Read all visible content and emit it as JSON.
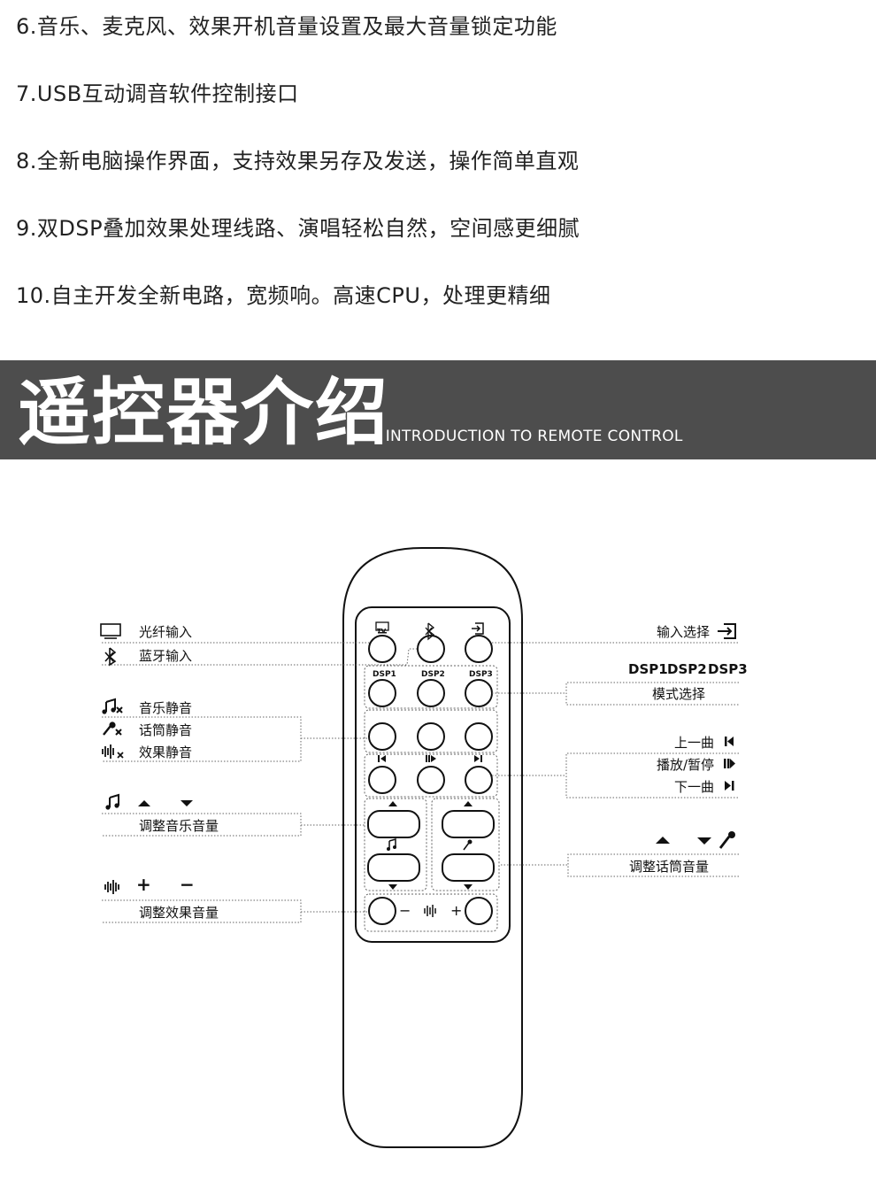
{
  "features": [
    "6.音乐、麦克风、效果开机音量设置及最大音量锁定功能",
    "7.USB互动调音软件控制接口",
    "8.全新电脑操作界面，支持效果另存及发送，操作简单直观",
    "9.双DSP叠加效果处理线路、演唱轻松自然，空间感更细腻",
    "10.自主开发全新电路，宽频响。高速CPU，处理更精细"
  ],
  "banner": {
    "title": "遥控器介绍",
    "subtitle": "/ INTRODUCTION TO REMOTE CONTROL"
  },
  "left_labels": {
    "fiber_input": "光纤输入",
    "bluetooth_input": "蓝牙输入",
    "music_mute": "音乐静音",
    "mic_mute": "话筒静音",
    "effect_mute": "效果静音",
    "music_volume": "调整音乐音量",
    "effect_volume": "调整效果音量"
  },
  "right_labels": {
    "input_select": "输入选择",
    "dsp1": "DSP1",
    "dsp2": "DSP2",
    "dsp3": "DSP3",
    "mode_select": "模式选择",
    "prev_track": "上一曲",
    "play_pause": "播放/暂停",
    "next_track": "下一曲",
    "mic_volume": "调整话筒音量"
  },
  "remote": {
    "tv_label": "TV",
    "dsp_buttons": [
      "DSP1",
      "DSP2",
      "DSP3"
    ],
    "minus": "−",
    "plus": "+"
  },
  "legend_icons": {
    "plus": "+",
    "minus": "−"
  },
  "colors": {
    "banner_bg": "#4d4d4d",
    "ink": "#111111",
    "guide_line": "#555555"
  }
}
